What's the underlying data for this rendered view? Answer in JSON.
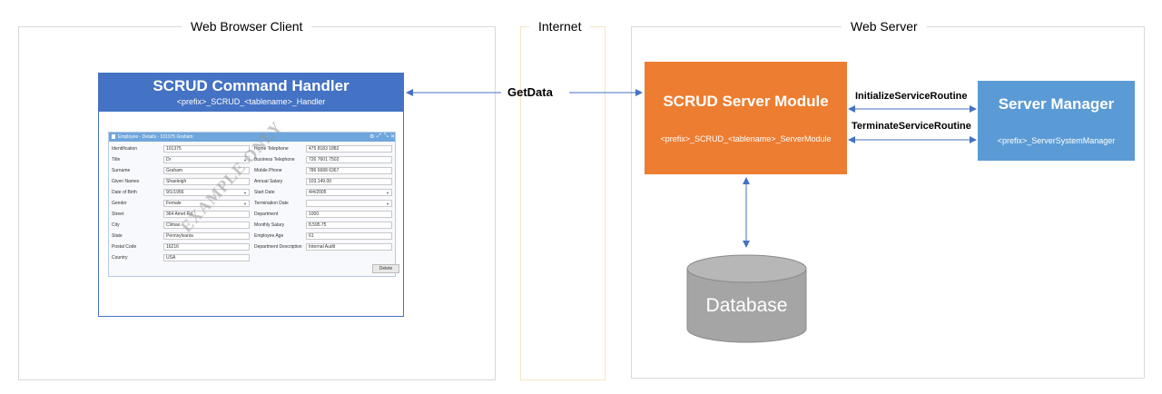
{
  "sections": {
    "client": "Web  Browser Client",
    "internet": "Internet",
    "server": "Web Server"
  },
  "handler": {
    "title": "SCRUD Command Handler",
    "subtitle": "<prefix>_SCRUD_<tablename>_Handler"
  },
  "form": {
    "title": "Employee - Details - 101375 Graham",
    "left_fields": [
      {
        "label": "Identification",
        "value": "101375",
        "dropdown": false
      },
      {
        "label": "Title",
        "value": "Dr",
        "dropdown": true
      },
      {
        "label": "Surname",
        "value": "Graham",
        "dropdown": false
      },
      {
        "label": "Given Names",
        "value": "Shaeleigh",
        "dropdown": false
      },
      {
        "label": "Date of Birth",
        "value": "9/1/1956",
        "dropdown": true
      },
      {
        "label": "Gender",
        "value": "Female",
        "dropdown": true
      },
      {
        "label": "Street",
        "value": "364 Amet Rd.",
        "dropdown": false
      },
      {
        "label": "City",
        "value": "Climax",
        "dropdown": false
      },
      {
        "label": "State",
        "value": "Pennsylvania",
        "dropdown": false
      },
      {
        "label": "Postal Code",
        "value": "16216",
        "dropdown": false
      },
      {
        "label": "Country",
        "value": "USA",
        "dropdown": false
      }
    ],
    "right_fields": [
      {
        "label": "Home Telephone",
        "value": "475 8183 1882",
        "dropdown": false
      },
      {
        "label": "Business Telephone",
        "value": "726 7601 7502",
        "dropdown": false
      },
      {
        "label": "Mobile Phone",
        "value": "786 6688 6367",
        "dropdown": false
      },
      {
        "label": "Annual Salary",
        "value": "103,149.00",
        "dropdown": false
      },
      {
        "label": "Start Date",
        "value": "4/4/2005",
        "dropdown": true
      },
      {
        "label": "Termination Date",
        "value": "",
        "dropdown": true
      },
      {
        "label": "Department",
        "value": "1000",
        "dropdown": false
      },
      {
        "label": "Monthly Salary",
        "value": "8,595.75",
        "dropdown": false
      },
      {
        "label": "Employee Age",
        "value": "61",
        "dropdown": false
      },
      {
        "label": "Department Description",
        "value": "Internal Audit",
        "dropdown": false
      }
    ],
    "delete_label": "Delete",
    "watermark": "EXAMPLE ONLY"
  },
  "connections": {
    "getdata": "GetData",
    "initialize": "InitializeServiceRoutine",
    "terminate": "TerminateServiceRoutine"
  },
  "server_module": {
    "title": "SCRUD Server Module",
    "subtitle": "<prefix>_SCRUD_<tablename>_ServerModule"
  },
  "server_manager": {
    "title": "Server Manager",
    "subtitle": "<prefix>_ServerSystemManager"
  },
  "database": {
    "label": "Database"
  },
  "colors": {
    "handler": "#4472c4",
    "server_module": "#ed7d31",
    "server_manager": "#5b9bd5",
    "database": "#a5a5a5",
    "arrow": "#4472c4"
  }
}
